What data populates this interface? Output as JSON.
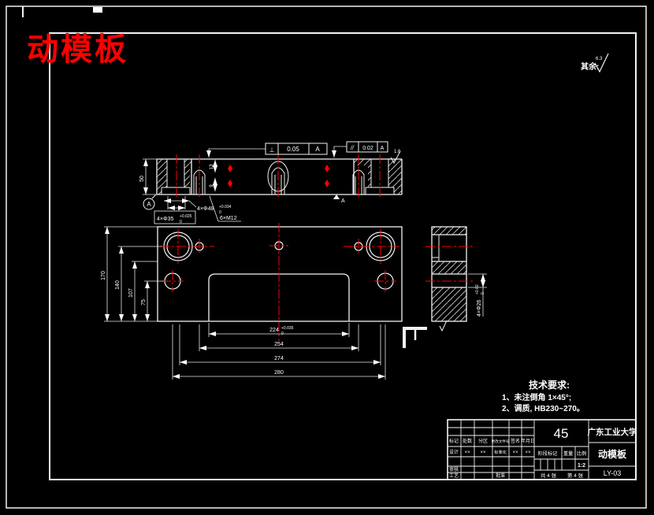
{
  "colors": {
    "background": "#000000",
    "line": "#f2f2f2",
    "accent_red": "#ff0000"
  },
  "page": {
    "title": "动模板"
  },
  "surface_note": {
    "label": "其余:",
    "value": "6.3"
  },
  "sec": {
    "dim50": "50",
    "dim13": "13",
    "dim9": "9",
    "fcfL": {
      "sym": "⊥",
      "val": "0.05",
      "datum": "A"
    },
    "fcfR": {
      "sym": "//",
      "val": "0.02",
      "datum": "A"
    },
    "datumL": "A",
    "datumR": "A",
    "rough_top": "1.6",
    "h48_main": "4×Φ48",
    "h48_sup": "+0.034",
    "h48_sub": "0",
    "m12": "6×M12",
    "h35_main": "4×Φ35",
    "h35_sup": "+0.025",
    "h35_sub": "0"
  },
  "fv": {
    "d_left_1": "170",
    "d_left_2": "140",
    "d_left_3": "107",
    "d_left_4": "75",
    "b1_main": "224",
    "b1_sup": "+0.035",
    "b1_sub": "0",
    "b2": "254",
    "b3": "274",
    "b4": "280"
  },
  "sv": {
    "h26_main": "4×Φ26",
    "h26_sup": "+0.02",
    "h26_sub": "0"
  },
  "tech": {
    "heading": "技术要求:",
    "item1": "1、未注倒角 1×45°;",
    "item2": "2、调质, HB230~270。"
  },
  "tb": {
    "material": "45",
    "company": "广东工业大学",
    "part": "动模板",
    "no": "LY-03",
    "scale": "1:2",
    "sheet_total": "共 4 张",
    "sheet_no": "第 4 张",
    "h_mark": "标记",
    "h_count": "处数",
    "h_zone": "分区",
    "h_doc": "更改文件号",
    "h_sign": "签名",
    "h_date": "年月日",
    "design": "设计",
    "standard": "标准化",
    "check": "审核",
    "process": "工艺",
    "approve": "批准",
    "stage": "阶段标记",
    "weight": "重量",
    "scale_label": "比例",
    "scribble": "××"
  }
}
